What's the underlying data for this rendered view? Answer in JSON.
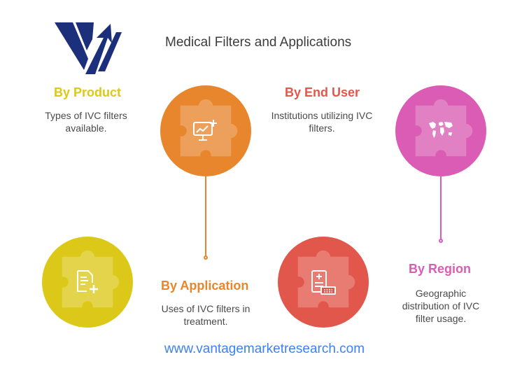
{
  "title": "Medical Filters and Applications",
  "segments": [
    {
      "key": "product",
      "heading": "By Product",
      "description": "Types of IVC filters available.",
      "color": "#dcc818",
      "icon": "document-plus-icon"
    },
    {
      "key": "end_user",
      "heading": "By End User",
      "description": "Institutions utilizing IVC filters.",
      "color": "#e2574c",
      "icon": "medical-record-keyboard-icon"
    },
    {
      "key": "application",
      "heading": "By Application",
      "description": "Uses of IVC filters in treatment.",
      "color": "#e8862d",
      "icon": "monitor-chart-plus-icon"
    },
    {
      "key": "region",
      "heading": "By Region",
      "description": "Geographic distribution of IVC filter usage.",
      "color": "#da5cb4",
      "icon": "world-map-icon"
    }
  ],
  "footer": {
    "url": "www.vantagemarketresearch.com"
  },
  "colors": {
    "logo_blue": "#1b2f7a",
    "title_text": "#3c3c3c",
    "url_blue": "#3b82f6"
  }
}
